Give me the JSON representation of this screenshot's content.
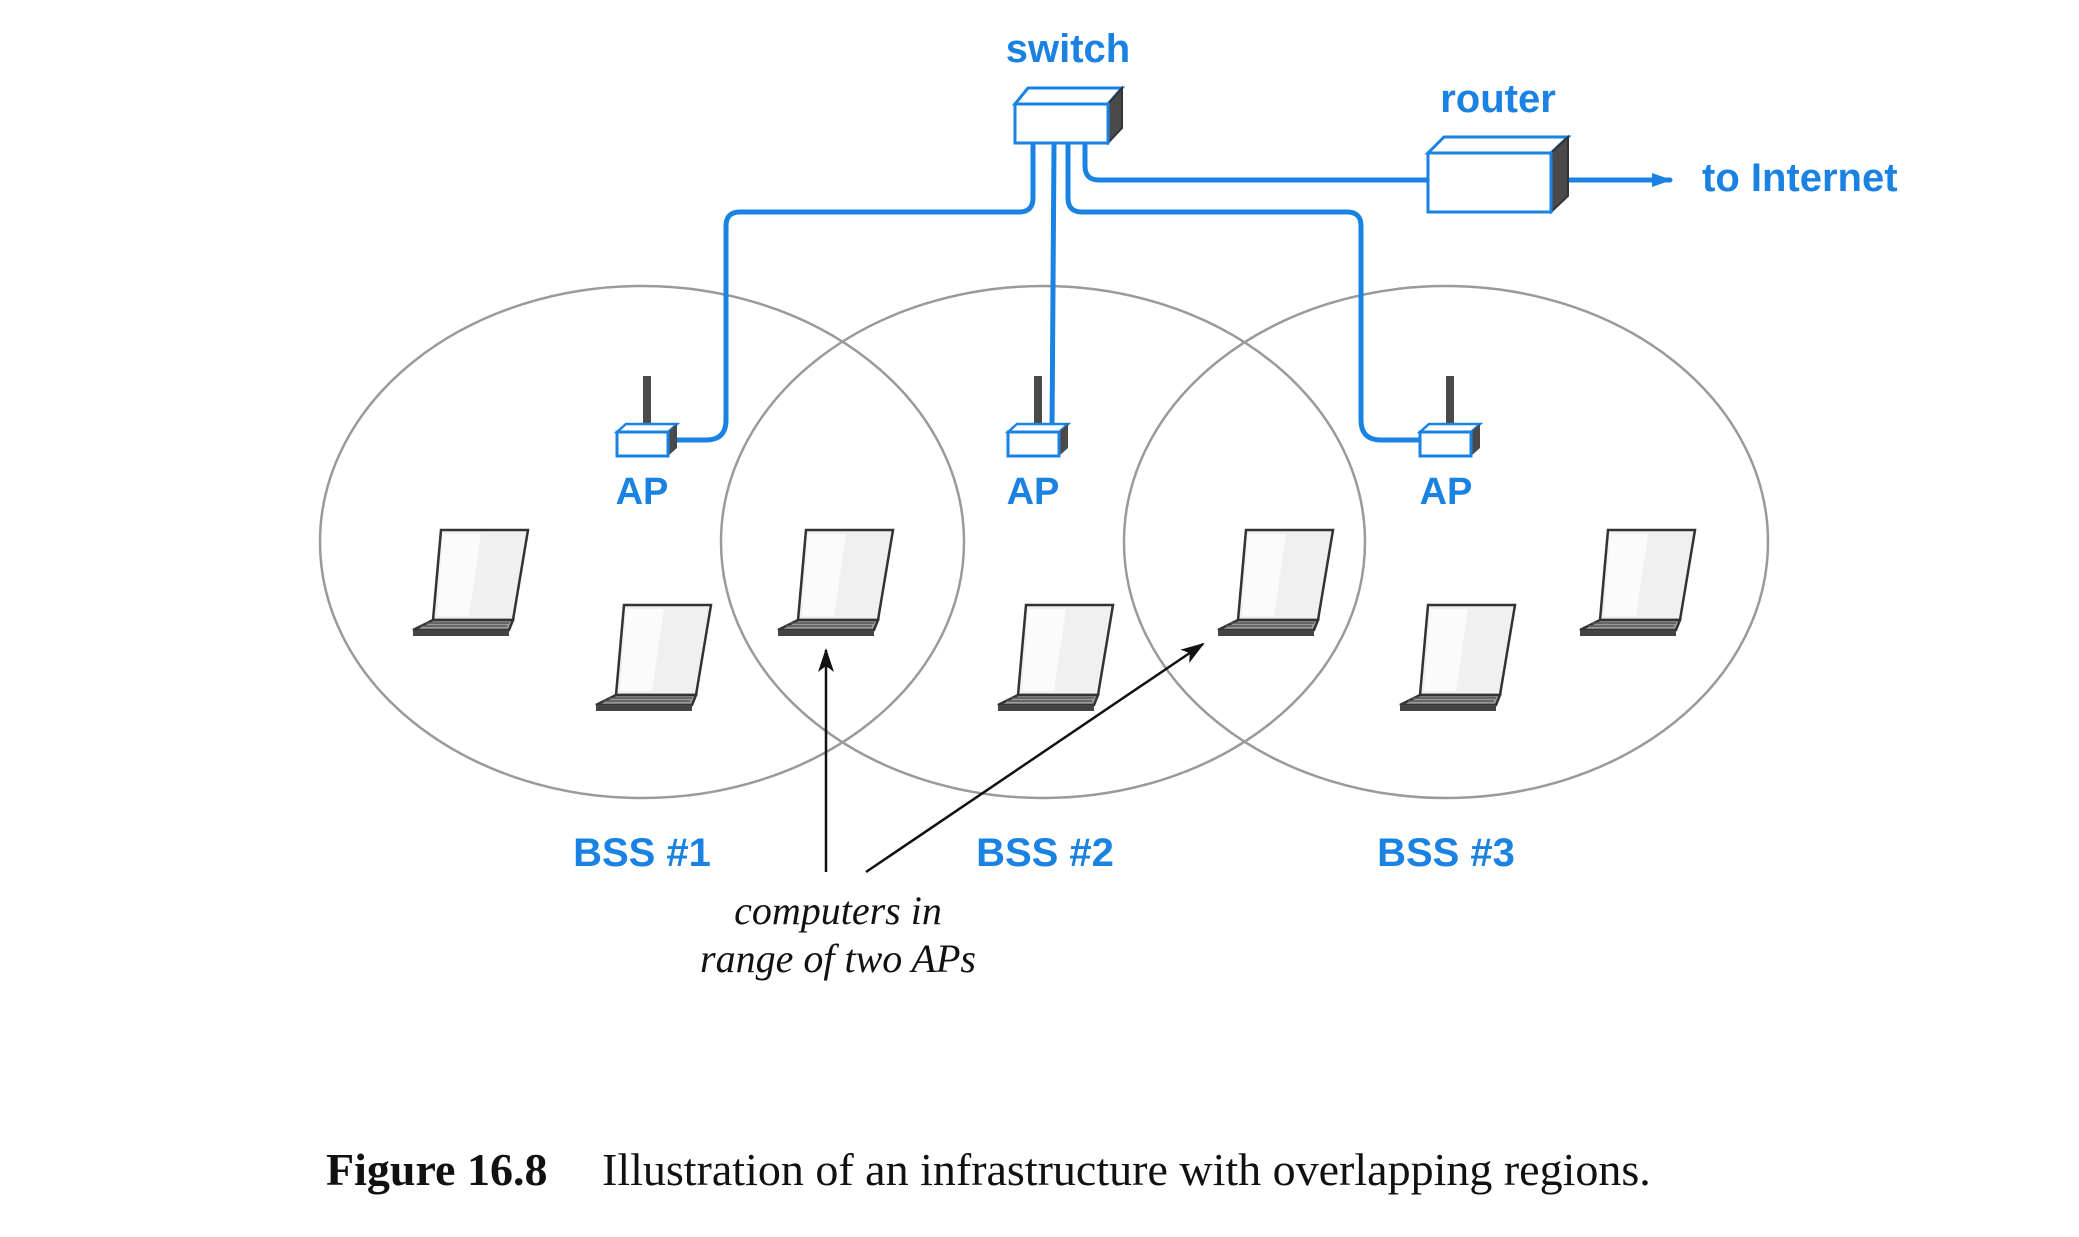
{
  "colors": {
    "network": "#1a82e2",
    "range": "#9a9a9a",
    "device_side": "#4a4a4a",
    "text": "#111111"
  },
  "labels": {
    "switch": "switch",
    "router": "router",
    "internet": "to Internet",
    "access_points": [
      "AP",
      "AP",
      "AP"
    ],
    "bss": [
      "BSS #1",
      "BSS #2",
      "BSS #3"
    ],
    "annotation": [
      "computers in",
      "range of two APs"
    ]
  },
  "caption": {
    "number": "Figure 16.8",
    "text": "Illustration of an infrastructure with overlapping regions."
  },
  "icons": {
    "switch": "switch-icon",
    "router": "router-icon",
    "access_point": "access-point-icon",
    "computer": "laptop-icon"
  }
}
